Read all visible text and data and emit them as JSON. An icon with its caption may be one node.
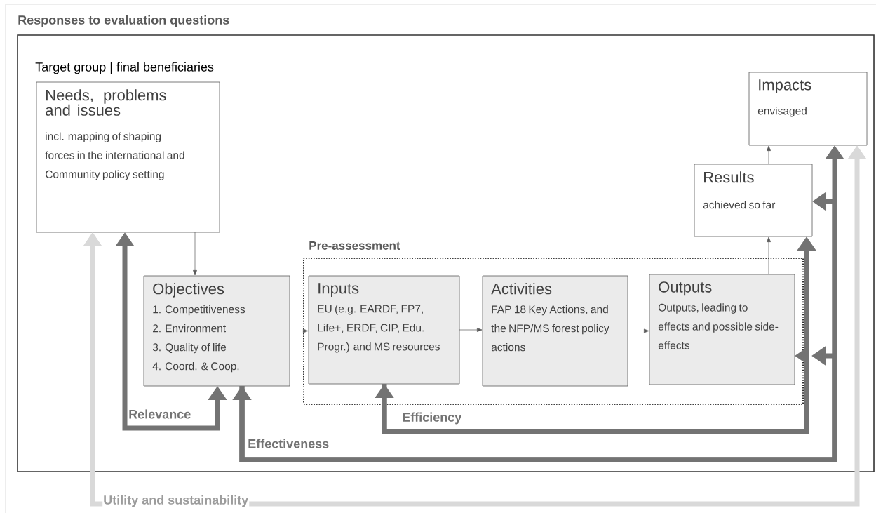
{
  "diagram": {
    "nodes": [
      {
        "text": [
          "Responses to evaluation questions"
        ]
      },
      {
        "text": [
          "Needs, problems and issues",
          "incl. mapping of shaping forces in the international and Community policy setting"
        ],
        "in": 0
      },
      {
        "text": [
          "Impacts",
          "envisaged"
        ],
        "in": 0
      },
      {
        "text": [
          "Results",
          "achieved so far"
        ],
        "in": 0
      },
      {
        "text": [
          "Pre-assessment"
        ],
        "in": 0
      },
      {
        "text": [
          "Objectives",
          "1. Competitiveness",
          "2. Environment",
          "3. Quality of life",
          "4. Coord. & Coop."
        ],
        "in": 0
      },
      {
        "text": [
          "Inputs",
          "EU (e.g. EARDF, FP7, Life+, ERDF, CIP, Edu. Progr.) and MS resources"
        ],
        "in": 4
      },
      {
        "text": [
          "Activities",
          "FAP 18 Key Actions, and the NFP/MS forest policy actions"
        ],
        "in": 4
      },
      {
        "text": [
          "Outputs",
          "Outputs, leading to effects and possible side-effects"
        ],
        "in": 4
      }
    ],
    "edges": [
      {
        "from": 1,
        "to": 5,
        "arrow": "to"
      },
      {
        "from": 5,
        "to": 6,
        "arrow": "to"
      },
      {
        "from": 6,
        "to": 7,
        "arrow": "to"
      },
      {
        "from": 7,
        "to": 8,
        "arrow": "to"
      },
      {
        "from": 8,
        "to": 3,
        "arrow": "to"
      },
      {
        "from": 3,
        "to": 2,
        "arrow": "to"
      },
      {
        "from": 1,
        "to": 5,
        "arrow": "both",
        "label": "Relevance"
      },
      {
        "from": 6,
        "to": 3,
        "arrow": "both",
        "label": "Efficiency"
      },
      {
        "from": 6,
        "to": 8,
        "arrow": "to"
      },
      {
        "from": 5,
        "to": 2,
        "arrow": "both",
        "label": "Effectiveness"
      },
      {
        "from": 5,
        "to": 3,
        "arrow": "to"
      },
      {
        "from": 5,
        "to": 8,
        "arrow": "to"
      },
      {
        "from": 1,
        "to": 2,
        "arrow": "both",
        "label": "Utility and sustainability",
        "color": "#d9d9d9"
      }
    ],
    "labels": [
      "Target group | final beneficiaries"
    ]
  }
}
